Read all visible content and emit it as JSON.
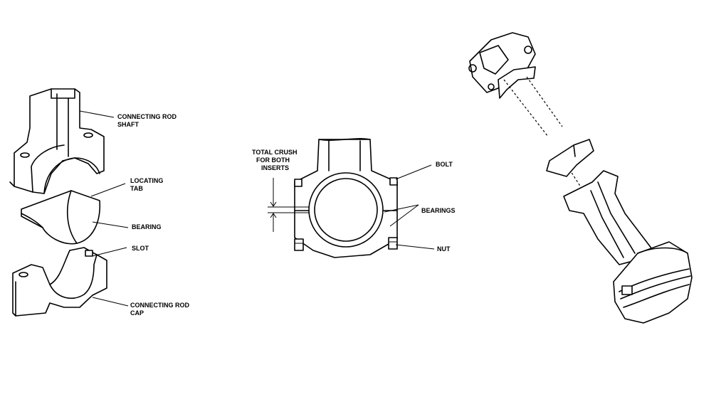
{
  "panel_left": {
    "labels": {
      "rod_shaft_line1": "CONNECTING ROD",
      "rod_shaft_line2": "SHAFT",
      "locating_tab_line1": "LOCATING",
      "locating_tab_line2": "TAB",
      "bearing": "BEARING",
      "slot": "SLOT",
      "rod_cap_line1": "CONNECTING ROD",
      "rod_cap_line2": "CAP"
    }
  },
  "panel_center": {
    "labels": {
      "crush_line1": "TOTAL CRUSH",
      "crush_line2": "FOR BOTH",
      "crush_line3": "INSERTS",
      "bolt": "BOLT",
      "bearings": "BEARINGS",
      "nut": "NUT"
    }
  }
}
